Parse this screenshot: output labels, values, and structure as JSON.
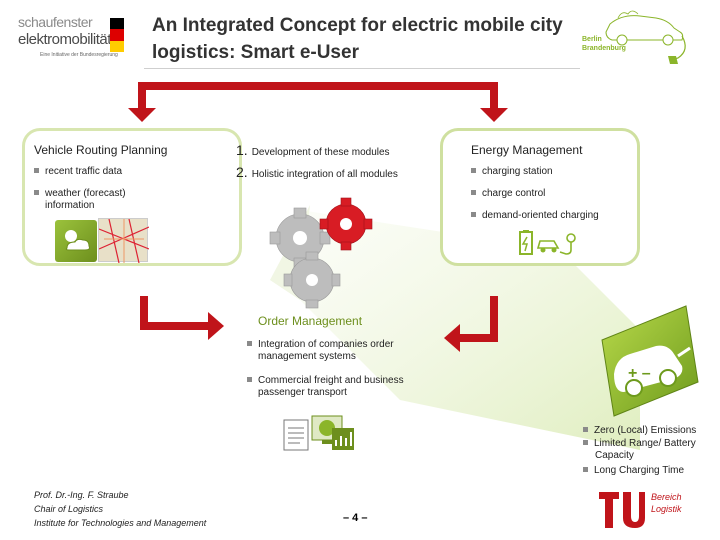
{
  "header": {
    "title": "An Integrated Concept for electric mobile city logistics: Smart e-User",
    "logo_left": {
      "line1": "schaufenster",
      "line2": "elektromobilität",
      "tagline": "Eine Initiative der Bundesregierung",
      "flag_colors": [
        "#000000",
        "#dd0000",
        "#ffcc00"
      ]
    },
    "logo_right": {
      "line1": "Berlin",
      "line2": "Brandenburg"
    }
  },
  "vehicle_routing": {
    "heading": "Vehicle Routing Planning",
    "bullets": [
      "recent traffic data",
      "weather (forecast) information"
    ],
    "image_icons": [
      "weather-icon",
      "traffic-map-icon"
    ]
  },
  "development": {
    "items": [
      {
        "number": "1.",
        "text": "Development of these modules"
      },
      {
        "number": "2.",
        "text": "Holistic integration of all modules"
      }
    ]
  },
  "energy": {
    "heading": "Energy Management",
    "bullets": [
      "charging station",
      "charge control",
      "demand-oriented charging"
    ],
    "image_icons": [
      "battery-icon",
      "electric-car-icon",
      "charging-plug-icon"
    ]
  },
  "order": {
    "heading": "Order Management",
    "bullets": [
      "Integration of companies order management systems",
      "Commercial freight and business passenger transport"
    ]
  },
  "benefits": {
    "bullets": [
      "Zero (Local) Emissions",
      "Limited Range/ Battery Capacity",
      "Long Charging Time"
    ]
  },
  "footer": {
    "author": "Prof. Dr.-Ing. F. Straube",
    "chair": "Chair of Logistics",
    "institute": "Institute for Technologies and Management",
    "page": "– 4 –",
    "dept_line1": "Bereich",
    "dept_line2": "Logistik"
  },
  "colors": {
    "accent_red": "#c0141a",
    "accent_green": "#8bb52a",
    "box_border": "#cfe0a0"
  }
}
